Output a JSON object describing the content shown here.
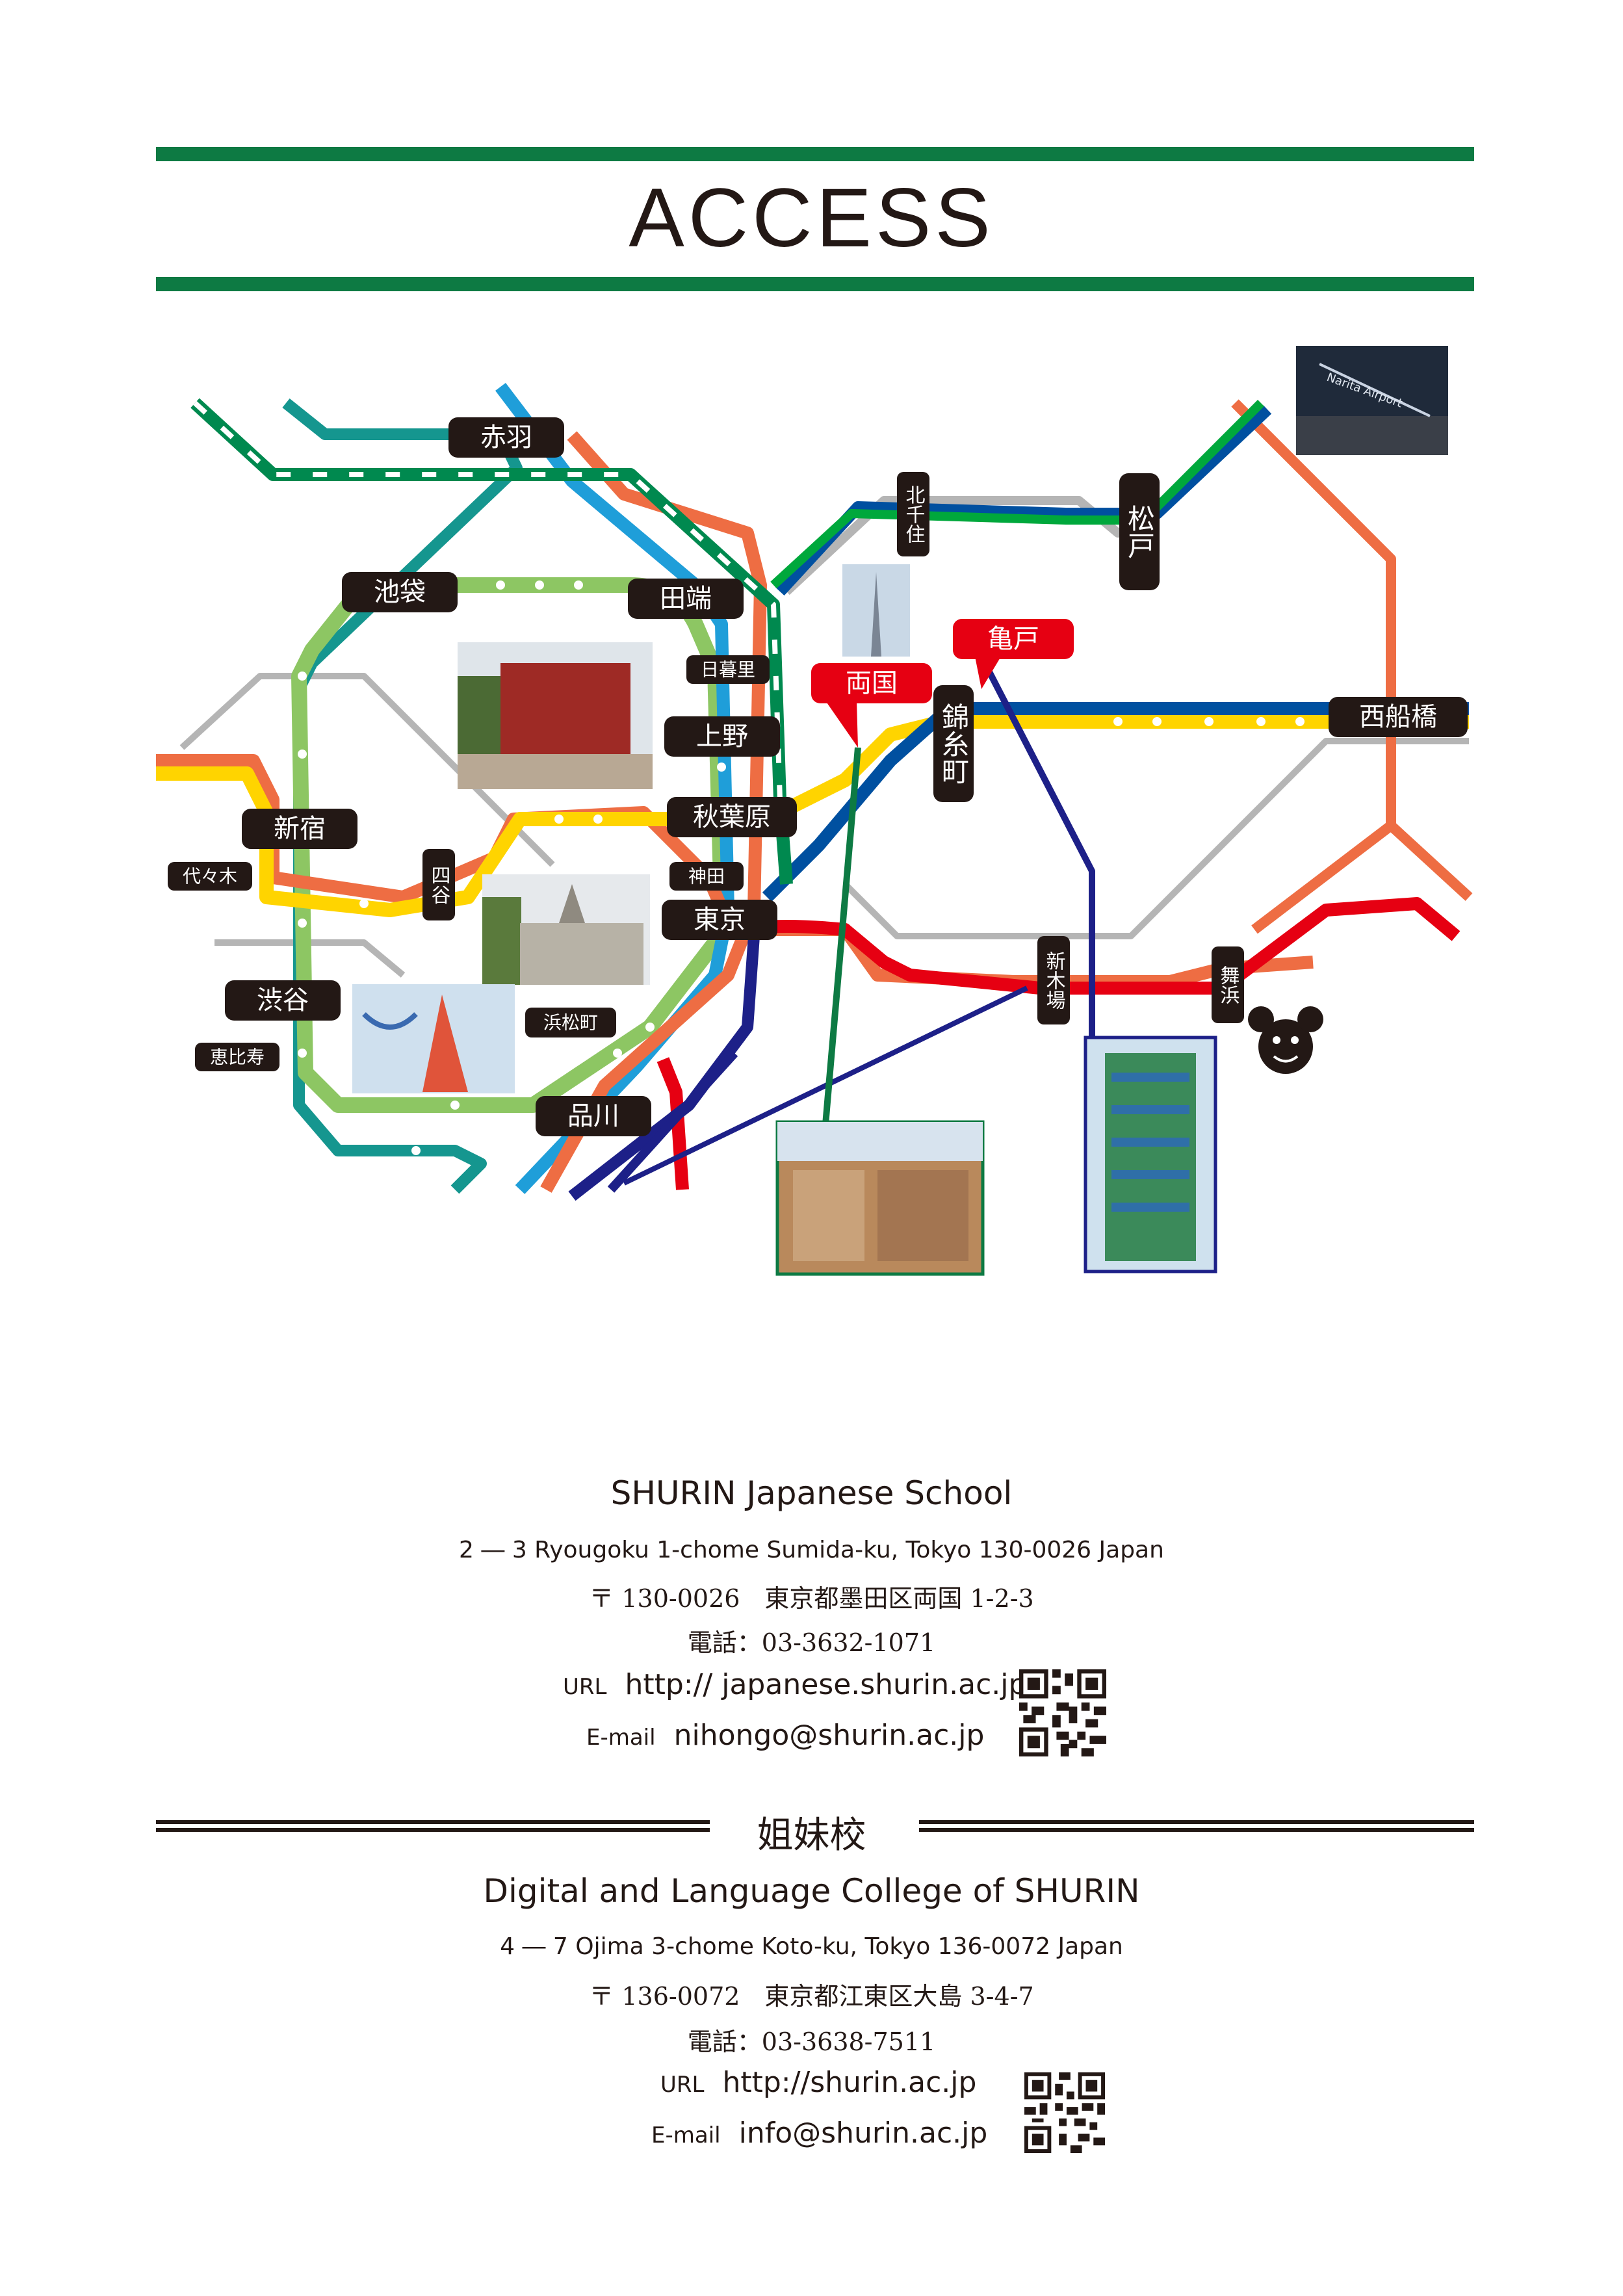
{
  "title": "ACCESS",
  "stations": {
    "akabane": "赤羽",
    "ikebukuro": "池袋",
    "tabata": "田端",
    "nippori": "日暮里",
    "ueno": "上野",
    "akihabara": "秋葉原",
    "kanda": "神田",
    "tokyo": "東京",
    "shinjuku": "新宿",
    "yoyogi": "代々木",
    "yotsuya": "四谷",
    "shibuya": "渋谷",
    "ebisu": "恵比寿",
    "hamamatsucho": "浜松町",
    "shinagawa": "品川",
    "kitasenju": "北千住",
    "matsudo": "松戸",
    "kameido": "亀戸",
    "ryogoku": "両国",
    "kinshicho": "錦糸町",
    "nishifunabashi": "西船橋",
    "shinkiba": "新木場",
    "maihama": "舞浜"
  },
  "colors": {
    "jr_green": "#8dc663",
    "keihin_blue": "#1f9ed9",
    "chuo_orange": "#ee6d43",
    "sobu_yellow": "#ffd400",
    "tozai_blue": "#0050a0",
    "keiyo_red": "#e60012",
    "saikyo_green": "#00894f",
    "teal": "#15968f",
    "accent_green": "#0d7a43",
    "highlight_red": "#e60012"
  },
  "school": {
    "name": "SHURIN Japanese School",
    "address_en": "2 ― 3 Ryougoku 1-chome Sumida-ku, Tokyo 130-0026 Japan",
    "address_jp": "〒 130-0026　東京都墨田区両国 1-2-3",
    "phone": "電話：03-3632-1071",
    "url_label": "URL",
    "url": "http:// japanese.shurin.ac.jp",
    "email_label": "E-mail",
    "email": "nihongo@shurin.ac.jp"
  },
  "sister": {
    "heading": "姐妹校",
    "name": "Digital and Language College of SHURIN",
    "address_en": "4 ― 7 Ojima 3-chome Koto-ku, Tokyo 136-0072 Japan",
    "address_jp": "〒 136-0072　東京都江東区大島 3-4-7",
    "phone": "電話：03-3638-7511",
    "url_label": "URL",
    "url": "http://shurin.ac.jp",
    "email_label": "E-mail",
    "email": "info@shurin.ac.jp"
  }
}
